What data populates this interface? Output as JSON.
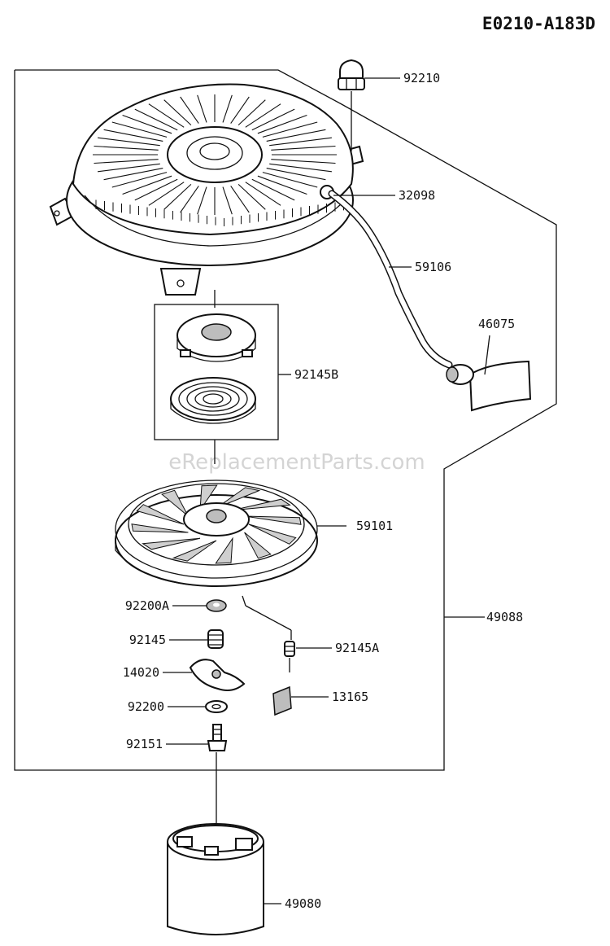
{
  "diagram": {
    "code": "E0210-A183D",
    "watermark": "eReplacementParts.com",
    "callouts": [
      {
        "id": "92210",
        "label": "92210"
      },
      {
        "id": "32098",
        "label": "32098"
      },
      {
        "id": "59106",
        "label": "59106"
      },
      {
        "id": "46075",
        "label": "46075"
      },
      {
        "id": "92145B",
        "label": "92145B"
      },
      {
        "id": "59101",
        "label": "59101"
      },
      {
        "id": "49088",
        "label": "49088"
      },
      {
        "id": "92200A",
        "label": "92200A"
      },
      {
        "id": "92145",
        "label": "92145"
      },
      {
        "id": "92145A",
        "label": "92145A"
      },
      {
        "id": "14020",
        "label": "14020"
      },
      {
        "id": "13165",
        "label": "13165"
      },
      {
        "id": "92200",
        "label": "92200"
      },
      {
        "id": "92151",
        "label": "92151"
      },
      {
        "id": "49080",
        "label": "49080"
      }
    ]
  }
}
